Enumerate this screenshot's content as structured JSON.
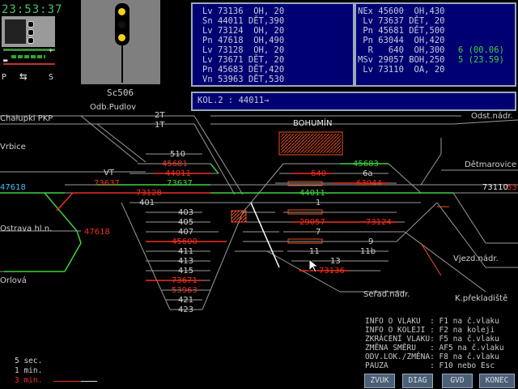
{
  "clock": "23:53:37",
  "signal_label": "Sc506",
  "info_left": [
    "Lv 73136  OH, 20",
    "Sn 44011 DĚT,390",
    "Lv 73124  OH, 20",
    "Pn 47618  OH,490",
    "Lv 73128  OH, 20",
    "Lv 73671 DĚT, 20",
    "Pn 45683 DĚT,420",
    "Vn 53963 DĚT,530"
  ],
  "info_right": [
    {
      "text": "NEx 45600  OH,430",
      "extra": ""
    },
    {
      "text": " Lv 73637 DĚT, 20",
      "extra": ""
    },
    {
      "text": " Pn 45681 DĚT,500",
      "extra": ""
    },
    {
      "text": " Pn 63044  OH,420",
      "extra": ""
    },
    {
      "text": "  R   640  OH,300",
      "extra": "6 (00.06)"
    },
    {
      "text": "MSv 29057 BOH,250",
      "extra": "5 (23.59)"
    },
    {
      "text": " Lv 73110  OA, 20",
      "extra": ""
    }
  ],
  "kol_status": "KOL.2 : 44011→",
  "stations": {
    "chalupki": "Chałupki PKP",
    "odb_pudlov": "Odb.Pudlov",
    "bohumin": "BOHUMÍN",
    "odst_nadr": "Odst.nádr.",
    "vrbice": "Vrbice",
    "detmarovice": "Dětmarovice",
    "ostrava": "Ostrava hl.n.",
    "orlova": "Orlová",
    "vjezd": "Vjezd.nádr.",
    "k_prekladiste": "K.překladiště",
    "serad": "Seřaď.nádr."
  },
  "track_labels": {
    "t2T": "2T",
    "t1T": "1T",
    "t510": "510",
    "tVT": "VT",
    "t401": "401",
    "t403": "403",
    "t405": "405",
    "t407": "407",
    "t411": "411",
    "t413": "413",
    "t415": "415",
    "t421": "421",
    "t423": "423",
    "t6a": "6a",
    "t1": "1",
    "t7": "7",
    "t9": "9",
    "t11": "11",
    "t11b": "11b",
    "t13": "13"
  },
  "trains": {
    "t47618_left": "47618",
    "t73110_right": "73110",
    "t53_right": "53",
    "t45681": "45681",
    "t44011_a": "44011",
    "t73637_a": "73637",
    "t73637_b": "73637",
    "t73128": "73128",
    "t47618_b": "47618",
    "t45600": "45600",
    "t73671": "73671",
    "t53963": "53963",
    "t640": "640",
    "t45683": "45683",
    "t63044": "63044",
    "t44011_b": "44011",
    "t29057": "29057",
    "t73124": "73124",
    "t73136": "73136"
  },
  "help": [
    "INFO O VLAKU  : F1 na č.vlaku",
    "INFO O KOLEJI : F2 na koleji",
    "ZKRÁCENÍ VLAKU: F5 na č.vlaku",
    "ZMĚNA SMĚRU   : AF5 na č.vlaku",
    "ODV.LOK./ZMĚNA: F8 na č.vlaku",
    "PAUZA         : F10 nebo Esc"
  ],
  "legend": [
    "5 sec.",
    "1 min.",
    "3 min."
  ],
  "buttons": {
    "zvuk": "ZVUK",
    "diag": "DIAG",
    "gvd": "GVD",
    "konec": "KONEC"
  },
  "colors": {
    "red": "#f03020",
    "green": "#40d040",
    "white": "#c8c8c8",
    "panel": "#000072",
    "cyan": "#40c0f0"
  }
}
